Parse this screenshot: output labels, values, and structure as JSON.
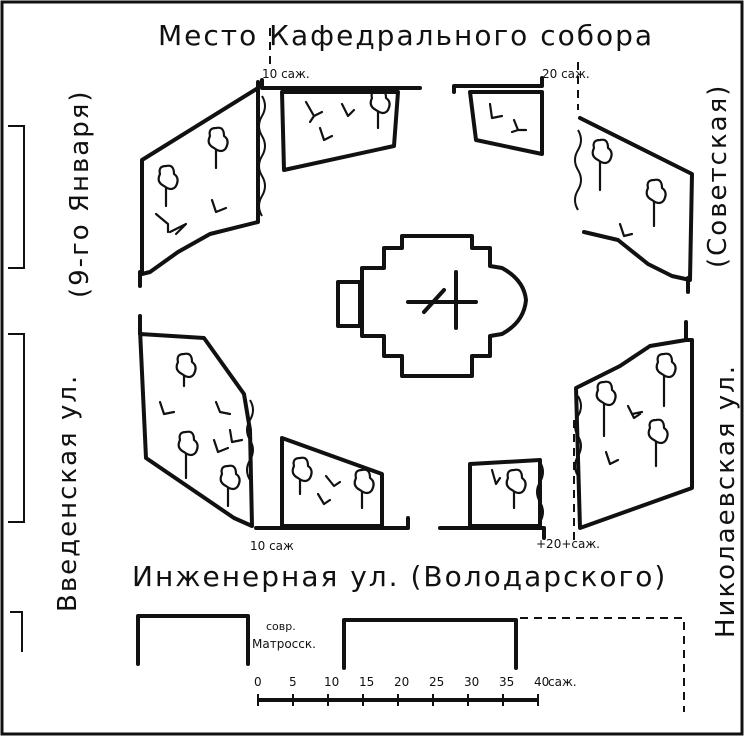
{
  "labels": {
    "top": "Место Кафедрального собора",
    "bottom": "Инженерная ул. (Володарского)",
    "left_outer": "Введенская ул.",
    "left_inner": "(9-го Января)",
    "right_inner": "(Советская)",
    "right_outer": "Николаевская ул."
  },
  "dimensions": {
    "top_left": "10 саж.",
    "top_right": "20 саж.",
    "bottom_left": "10 саж",
    "bottom_right": "+20+саж."
  },
  "building": {
    "line1": "совр.",
    "line2": "Матросск."
  },
  "scale": {
    "ticks": [
      "0",
      "5",
      "10",
      "15",
      "20",
      "25",
      "30",
      "35",
      "40"
    ],
    "unit": "саж."
  }
}
